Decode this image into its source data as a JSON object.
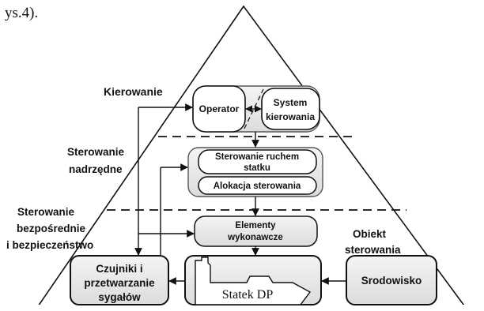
{
  "caption_fragment": "ys.4).",
  "levels": {
    "kierowanie": "Kierowanie",
    "nadrzedne": [
      "Sterowanie",
      "nadrzędne"
    ],
    "bezposrednie": [
      "Sterowanie",
      "bezpośrednie",
      "i bezpieczeństwo"
    ],
    "obiekt": [
      "Obiekt",
      "sterowania"
    ]
  },
  "boxes": {
    "operator": "Operator",
    "system": [
      "System",
      "kierowania"
    ],
    "ruch": [
      "Sterowanie ruchem",
      "statku"
    ],
    "alokacja": "Alokacja sterowania",
    "elementy": [
      "Elementy",
      "wykonawcze"
    ],
    "czujniki": [
      "Czujniki i",
      "przetwarzanie",
      "sygałów"
    ],
    "statek": "Statek DP",
    "srodowisko": "Srodowisko"
  }
}
